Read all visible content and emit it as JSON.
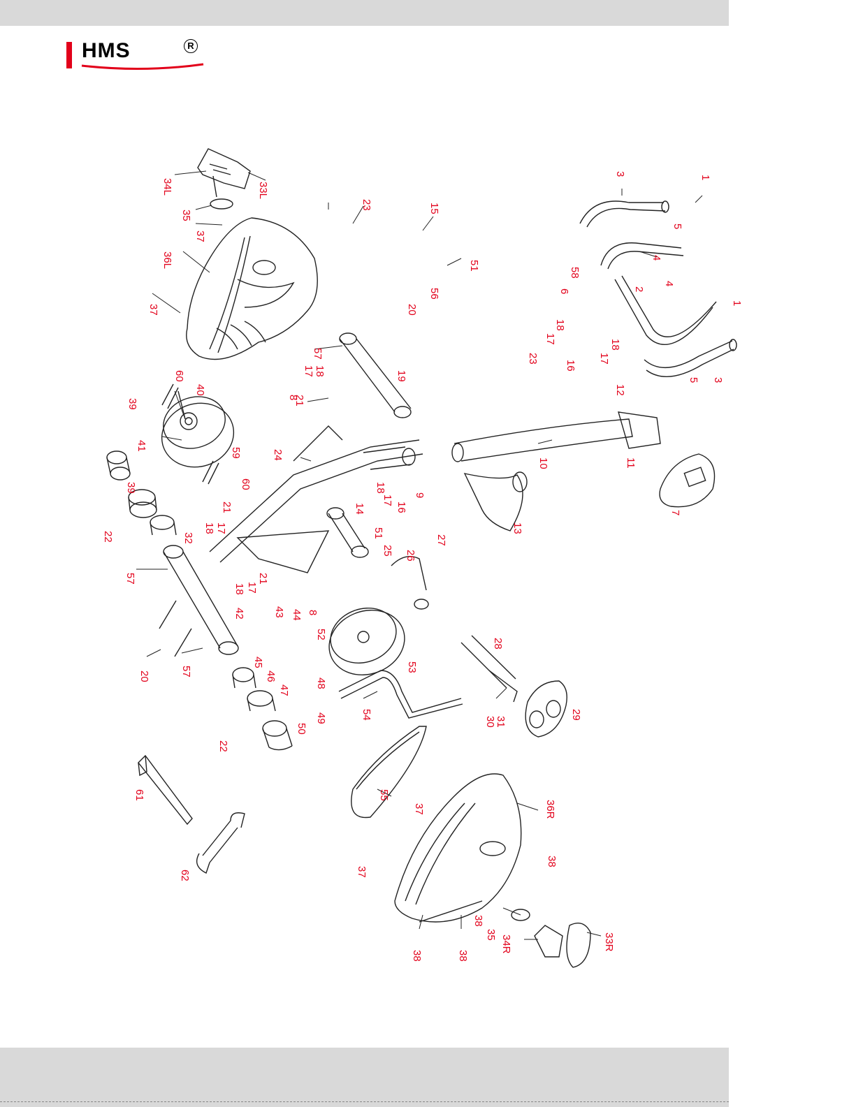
{
  "brand": {
    "name": "HMS",
    "registered": "R",
    "accent_color": "#e2001a"
  },
  "diagram": {
    "line_color": "#222222",
    "label_color": "#e2001a",
    "labels": [
      {
        "id": "34L",
        "r": 90
      },
      {
        "id": "33L",
        "r": 90
      },
      {
        "id": "35",
        "r": 90
      },
      {
        "id": "37",
        "r": 90
      },
      {
        "id": "36L",
        "r": 90
      },
      {
        "id": "37",
        "r": 90
      },
      {
        "id": "60",
        "r": 90
      },
      {
        "id": "40",
        "r": 90
      },
      {
        "id": "39",
        "r": 90
      },
      {
        "id": "41",
        "r": 90
      },
      {
        "id": "59",
        "r": 90
      },
      {
        "id": "60",
        "r": 90
      },
      {
        "id": "39",
        "r": 90
      },
      {
        "id": "22",
        "r": 90
      },
      {
        "id": "57",
        "r": 90
      },
      {
        "id": "32",
        "r": 90
      },
      {
        "id": "21",
        "r": 90
      },
      {
        "id": "17",
        "r": 90
      },
      {
        "id": "18",
        "r": 90
      },
      {
        "id": "21",
        "r": 90
      },
      {
        "id": "17",
        "r": 90
      },
      {
        "id": "18",
        "r": 90
      },
      {
        "id": "42",
        "r": 90
      },
      {
        "id": "20",
        "r": 90
      },
      {
        "id": "57",
        "r": 90
      },
      {
        "id": "22",
        "r": 90
      },
      {
        "id": "43",
        "r": 90
      },
      {
        "id": "44",
        "r": 90
      },
      {
        "id": "45",
        "r": 90
      },
      {
        "id": "46",
        "r": 90
      },
      {
        "id": "47",
        "r": 90
      },
      {
        "id": "48",
        "r": 90
      },
      {
        "id": "49",
        "r": 90
      },
      {
        "id": "50",
        "r": 90
      },
      {
        "id": "23",
        "r": 90
      },
      {
        "id": "15",
        "r": 90
      },
      {
        "id": "51",
        "r": 90
      },
      {
        "id": "56",
        "r": 90
      },
      {
        "id": "20",
        "r": 90
      },
      {
        "id": "57",
        "r": 90
      },
      {
        "id": "19",
        "r": 90
      },
      {
        "id": "18",
        "r": 90
      },
      {
        "id": "17",
        "r": 90
      },
      {
        "id": "21",
        "r": 90
      },
      {
        "id": "8",
        "r": 90
      },
      {
        "id": "24",
        "r": 90
      },
      {
        "id": "18",
        "r": 90
      },
      {
        "id": "17",
        "r": 90
      },
      {
        "id": "16",
        "r": 90
      },
      {
        "id": "9",
        "r": 90
      },
      {
        "id": "14",
        "r": 90
      },
      {
        "id": "51",
        "r": 90
      },
      {
        "id": "25",
        "r": 90
      },
      {
        "id": "26",
        "r": 90
      },
      {
        "id": "27",
        "r": 90
      },
      {
        "id": "8",
        "r": 90
      },
      {
        "id": "52",
        "r": 90
      },
      {
        "id": "53",
        "r": 90
      },
      {
        "id": "28",
        "r": 90
      },
      {
        "id": "54",
        "r": 90
      },
      {
        "id": "30",
        "r": 90
      },
      {
        "id": "31",
        "r": 90
      },
      {
        "id": "29",
        "r": 90
      },
      {
        "id": "3",
        "r": 90
      },
      {
        "id": "1",
        "r": 90
      },
      {
        "id": "5",
        "r": 90
      },
      {
        "id": "4",
        "r": 90
      },
      {
        "id": "58",
        "r": 90
      },
      {
        "id": "2",
        "r": 90
      },
      {
        "id": "6",
        "r": 90
      },
      {
        "id": "4",
        "r": 90
      },
      {
        "id": "1",
        "r": 90
      },
      {
        "id": "18",
        "r": 90
      },
      {
        "id": "17",
        "r": 90
      },
      {
        "id": "16",
        "r": 90
      },
      {
        "id": "18",
        "r": 90
      },
      {
        "id": "17",
        "r": 90
      },
      {
        "id": "5",
        "r": 90
      },
      {
        "id": "3",
        "r": 90
      },
      {
        "id": "23",
        "r": 90
      },
      {
        "id": "12",
        "r": 90
      },
      {
        "id": "10",
        "r": 90
      },
      {
        "id": "11",
        "r": 90
      },
      {
        "id": "7",
        "r": 90
      },
      {
        "id": "13",
        "r": 90
      },
      {
        "id": "61",
        "r": 90
      },
      {
        "id": "62",
        "r": 90
      },
      {
        "id": "55",
        "r": 90
      },
      {
        "id": "37",
        "r": 90
      },
      {
        "id": "36R",
        "r": 90
      },
      {
        "id": "38",
        "r": 90
      },
      {
        "id": "37",
        "r": 90
      },
      {
        "id": "38",
        "r": 90
      },
      {
        "id": "35",
        "r": 90
      },
      {
        "id": "34R",
        "r": 90
      },
      {
        "id": "33R",
        "r": 90
      },
      {
        "id": "38",
        "r": 90
      },
      {
        "id": "38",
        "r": 90
      }
    ]
  }
}
